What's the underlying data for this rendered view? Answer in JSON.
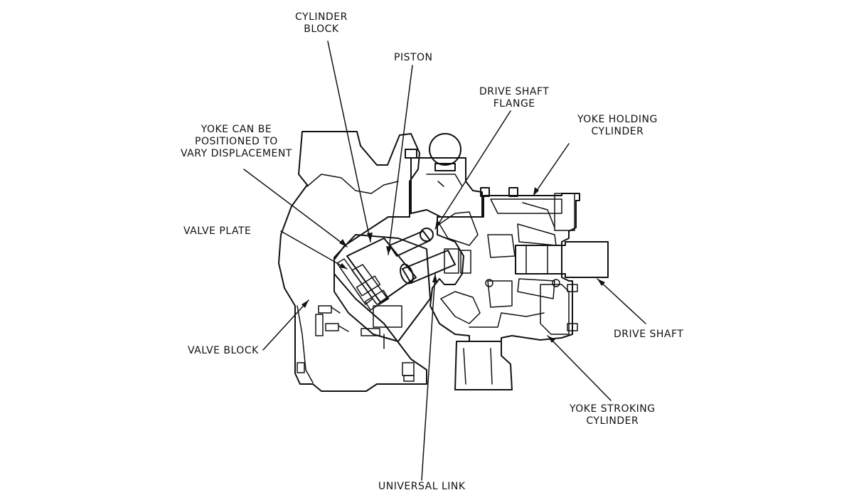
{
  "labels": {
    "cylinder_block": [
      "CYLINDER",
      "BLOCK"
    ],
    "piston": [
      "PISTON"
    ],
    "drive_shaft_flange": [
      "DRIVE SHAFT",
      "FLANGE"
    ],
    "yoke_holding_cylinder": [
      "YOKE HOLDING",
      "CYLINDER"
    ],
    "yoke_positioned": [
      "YOKE CAN BE",
      "POSITIONED TO",
      "VARY DISPLACEMENT"
    ],
    "valve_plate": [
      "VALVE PLATE"
    ],
    "valve_block": [
      "VALVE BLOCK"
    ],
    "drive_shaft": [
      "DRIVE SHAFT"
    ],
    "yoke_stroking_cylinder": [
      "YOKE STROKING",
      "CYLINDER"
    ],
    "universal_link": [
      "UNIVERSAL LINK"
    ]
  },
  "colors": {
    "ink": "#111111",
    "paper": "#ffffff"
  }
}
